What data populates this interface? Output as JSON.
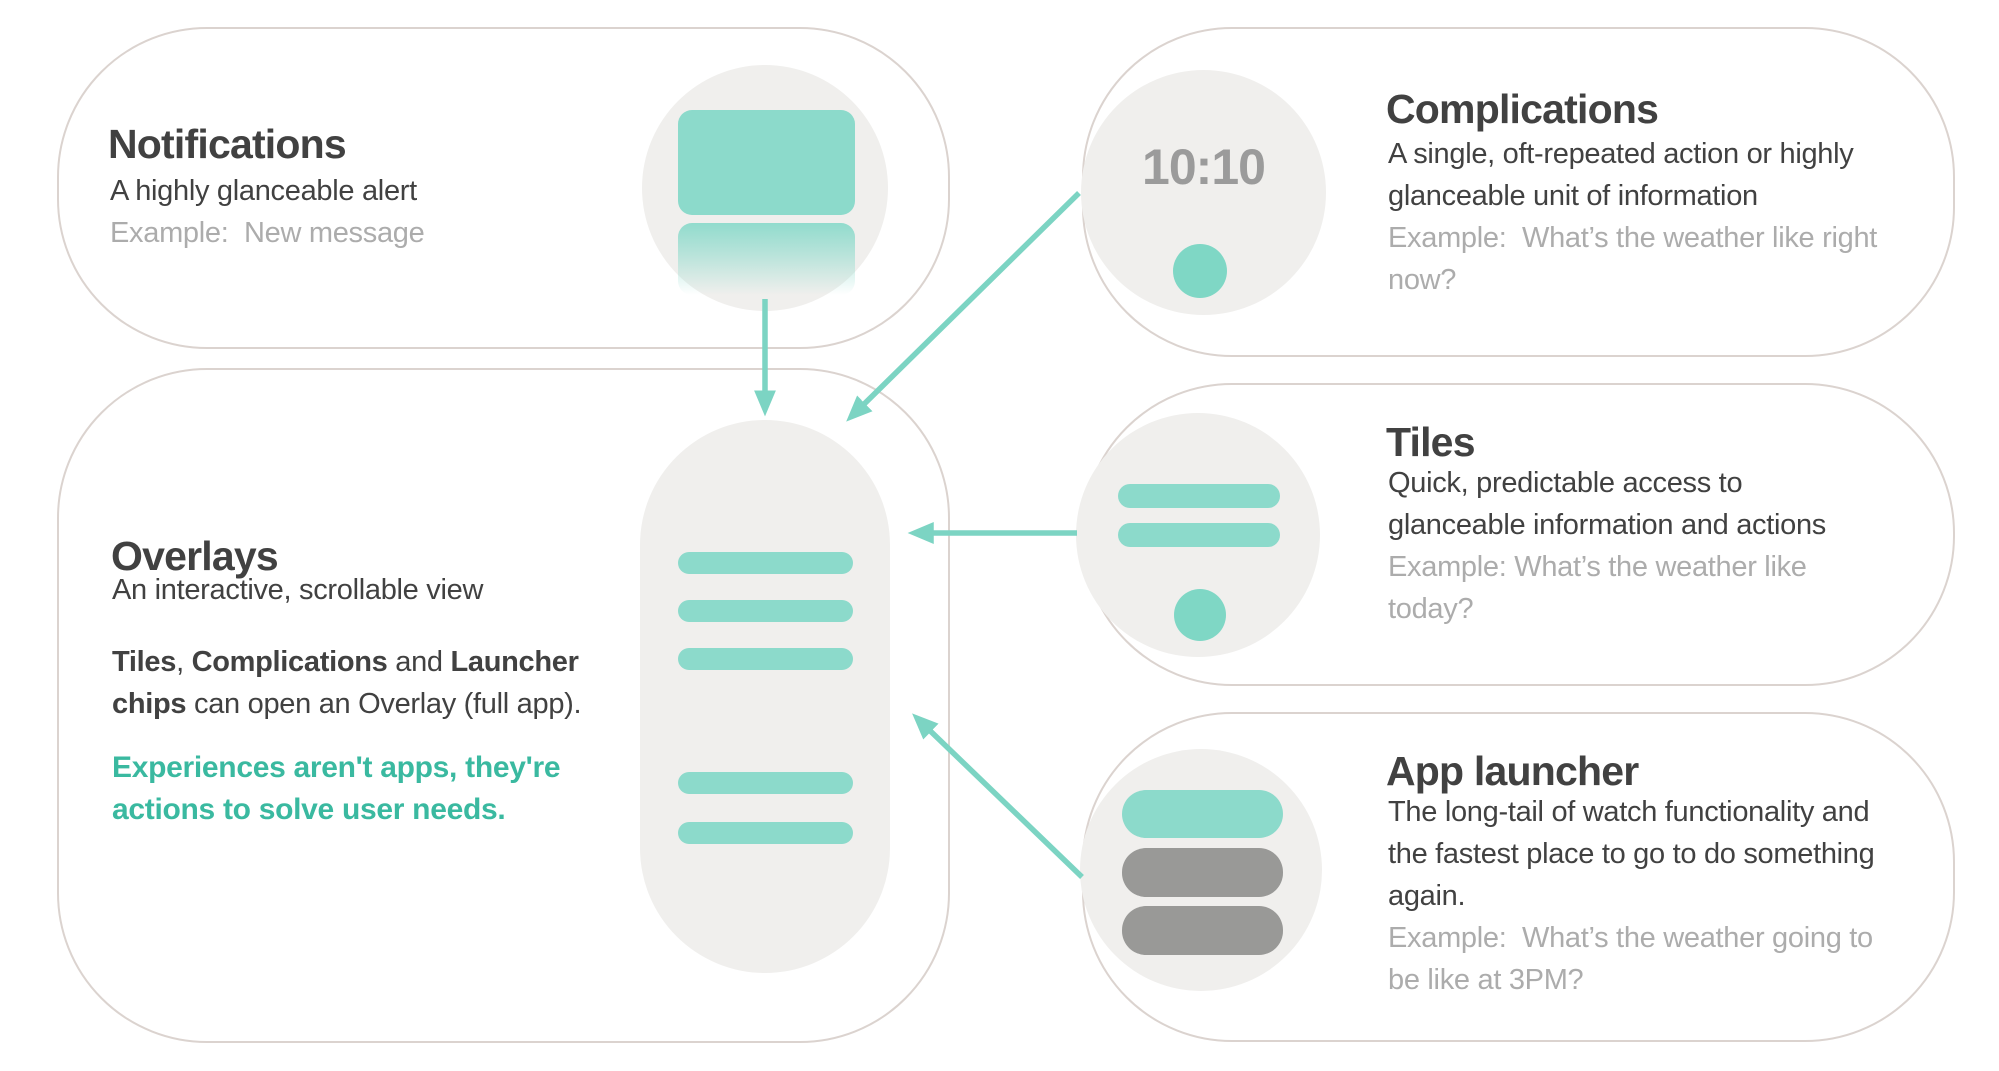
{
  "diagram": {
    "notifications": {
      "title": "Notifications",
      "description": "A highly glanceable alert",
      "example": "Example:  New message"
    },
    "complications": {
      "title": "Complications",
      "description": "A single, oft-repeated action or highly\nglanceable unit of information",
      "example": "Example:  What’s the weather like right\nnow?"
    },
    "tiles": {
      "title": "Tiles",
      "description": "Quick, predictable access to\nglanceable information and actions",
      "example": "Example: What’s the weather like\ntoday?"
    },
    "app_launcher": {
      "title": "App launcher",
      "description": "The long-tail of watch functionality and\nthe fastest place to go to do something\nagain.",
      "example": "Example:  What’s the weather going to\nbe like at 3PM?"
    },
    "overlays": {
      "title": "Overlays",
      "description": "An interactive, scrollable view",
      "note_segments": [
        {
          "text": "Tiles",
          "bold": true
        },
        {
          "text": ", ",
          "bold": false
        },
        {
          "text": "Complications",
          "bold": true
        },
        {
          "text": " and ",
          "bold": false
        },
        {
          "text": "Launcher\nchips",
          "bold": true
        },
        {
          "text": " can open an Overlay (full app).",
          "bold": false
        }
      ],
      "callout": "Experiences aren't apps, they're\nactions to solve user needs."
    },
    "watch_face_time": "10:10",
    "colors": {
      "teal_shape": "#8cdacb",
      "teal_arrow": "#7cd4c3",
      "teal_text": "#3ab9a0",
      "gray_pill": "#999997",
      "card_border": "#dbd3cf",
      "circle_bg": "#f0efed",
      "heading_text": "#414141",
      "muted_text": "#acacac",
      "time_text": "#9b9b9b"
    }
  }
}
